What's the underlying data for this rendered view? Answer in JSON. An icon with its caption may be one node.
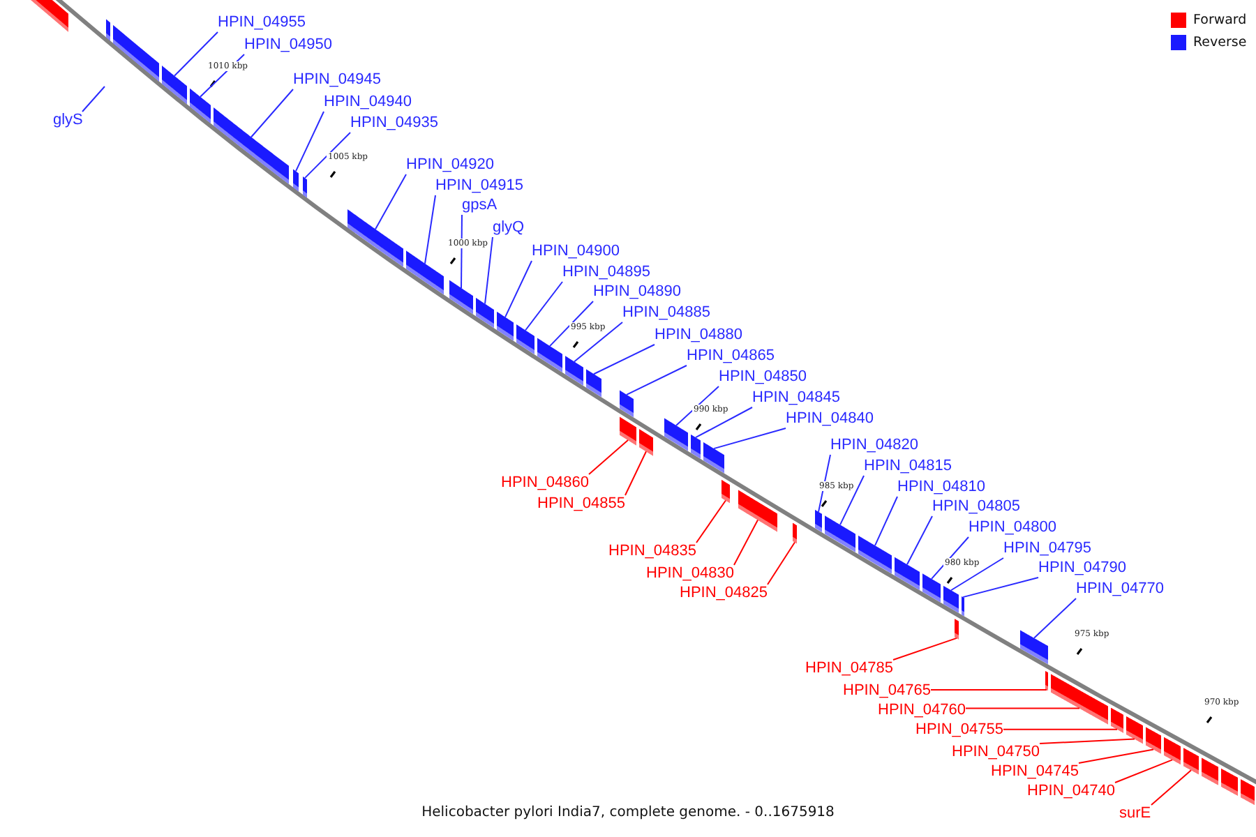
{
  "diagram": {
    "caption": "Helicobacter pylori India7, complete genome. - 0..1675918",
    "nodes": [
      {
        "text": [
          "HPIN_04955"
        ]
      },
      {
        "text": [
          "HPIN_04950"
        ]
      },
      {
        "text": [
          "HPIN_04945"
        ]
      },
      {
        "text": [
          "HPIN_04940"
        ]
      },
      {
        "text": [
          "glyS"
        ]
      },
      {
        "text": [
          "HPIN_04935"
        ]
      },
      {
        "text": [
          "HPIN_04920"
        ]
      },
      {
        "text": [
          "HPIN_04915"
        ]
      },
      {
        "text": [
          "gpsA"
        ]
      },
      {
        "text": [
          "glyQ"
        ]
      },
      {
        "text": [
          "HPIN_04900"
        ]
      },
      {
        "text": [
          "HPIN_04895"
        ]
      },
      {
        "text": [
          "HPIN_04890"
        ]
      },
      {
        "text": [
          "HPIN_04885"
        ]
      },
      {
        "text": [
          "HPIN_04880"
        ]
      },
      {
        "text": [
          "HPIN_04865"
        ]
      },
      {
        "text": [
          "HPIN_04850"
        ]
      },
      {
        "text": [
          "HPIN_04845"
        ]
      },
      {
        "text": [
          "HPIN_04840"
        ]
      },
      {
        "text": [
          "HPIN_04820"
        ]
      },
      {
        "text": [
          "HPIN_04815"
        ]
      },
      {
        "text": [
          "HPIN_04860"
        ]
      },
      {
        "text": [
          "HPIN_04810"
        ]
      },
      {
        "text": [
          "HPIN_04855"
        ]
      },
      {
        "text": [
          "HPIN_04805"
        ]
      },
      {
        "text": [
          "HPIN_04800"
        ]
      },
      {
        "text": [
          "HPIN_04795"
        ]
      },
      {
        "text": [
          "HPIN_04835"
        ]
      },
      {
        "text": [
          "HPIN_04790"
        ]
      },
      {
        "text": [
          "HPIN_04830"
        ]
      },
      {
        "text": [
          "HPIN_04770"
        ]
      },
      {
        "text": [
          "HPIN_04825"
        ]
      },
      {
        "text": [
          "HPIN_04785"
        ]
      },
      {
        "text": [
          "HPIN_04765"
        ]
      },
      {
        "text": [
          "HPIN_04760"
        ]
      },
      {
        "text": [
          "HPIN_04755"
        ]
      },
      {
        "text": [
          "HPIN_04750"
        ]
      },
      {
        "text": [
          "HPIN_04745"
        ]
      },
      {
        "text": [
          "HPIN_04740"
        ]
      },
      {
        "text": [
          "surE"
        ]
      },
      {
        "text": [],
        "shape": "bar"
      },
      {
        "text": [],
        "shape": "bar"
      },
      {
        "text": [],
        "shape": "bar"
      },
      {
        "text": [],
        "shape": "bar"
      },
      {
        "text": [],
        "shape": "bar"
      },
      {
        "text": [],
        "shape": "bar"
      },
      {
        "text": [],
        "shape": "bar"
      },
      {
        "text": [],
        "shape": "bar"
      },
      {
        "text": [],
        "shape": "bar"
      },
      {
        "text": [],
        "shape": "bar"
      },
      {
        "text": [],
        "shape": "bar"
      },
      {
        "text": [],
        "shape": "bar"
      },
      {
        "text": [],
        "shape": "bar"
      },
      {
        "text": [],
        "shape": "bar"
      },
      {
        "text": [],
        "shape": "bar"
      },
      {
        "text": [],
        "shape": "bar"
      },
      {
        "text": [],
        "shape": "bar"
      },
      {
        "text": [],
        "shape": "bar"
      },
      {
        "text": [],
        "shape": "bar"
      },
      {
        "text": [],
        "shape": "bar"
      },
      {
        "text": [],
        "shape": "bar"
      },
      {
        "text": [],
        "shape": "bar"
      },
      {
        "text": [],
        "shape": "bar"
      },
      {
        "text": [],
        "shape": "bar"
      },
      {
        "text": [],
        "shape": "bar"
      },
      {
        "text": [],
        "shape": "bar"
      },
      {
        "text": [],
        "shape": "bar"
      },
      {
        "text": [],
        "shape": "bar"
      },
      {
        "text": [],
        "shape": "bar"
      },
      {
        "text": [],
        "shape": "bar"
      },
      {
        "text": [],
        "shape": "bar"
      },
      {
        "text": [],
        "shape": "bar"
      },
      {
        "text": [],
        "shape": "bar"
      },
      {
        "text": [],
        "shape": "bar"
      },
      {
        "text": [],
        "shape": "bar"
      },
      {
        "text": [],
        "shape": "bar"
      },
      {
        "text": [],
        "shape": "bar"
      },
      {
        "text": [],
        "shape": "bar"
      },
      {
        "text": [],
        "shape": "bar"
      },
      {
        "text": [],
        "shape": "bar"
      },
      {
        "text": [],
        "shape": "bar"
      },
      {
        "text": [],
        "shape": "bar"
      },
      {
        "text": [],
        "shape": "bar"
      },
      {
        "text": [],
        "shape": "bar"
      },
      {
        "text": [],
        "shape": "bar"
      }
    ],
    "edges": [
      {
        "from": 0,
        "to": 43,
        "arrow": "none"
      },
      {
        "from": 1,
        "to": 44,
        "arrow": "none"
      },
      {
        "from": 2,
        "to": 45,
        "arrow": "none"
      },
      {
        "from": 3,
        "to": 46,
        "arrow": "none"
      },
      {
        "from": 4,
        "to": null,
        "arrow": "none"
      },
      {
        "from": 5,
        "to": 47,
        "arrow": "none"
      },
      {
        "from": 6,
        "to": 48,
        "arrow": "none"
      },
      {
        "from": 7,
        "to": 49,
        "arrow": "none"
      },
      {
        "from": 8,
        "to": 50,
        "arrow": "none"
      },
      {
        "from": 9,
        "to": 51,
        "arrow": "none"
      },
      {
        "from": 10,
        "to": 52,
        "arrow": "none"
      },
      {
        "from": 11,
        "to": 53,
        "arrow": "none"
      },
      {
        "from": 12,
        "to": 54,
        "arrow": "none"
      },
      {
        "from": 13,
        "to": 55,
        "arrow": "none"
      },
      {
        "from": 14,
        "to": 56,
        "arrow": "none"
      },
      {
        "from": 15,
        "to": 57,
        "arrow": "none"
      },
      {
        "from": 16,
        "to": 60,
        "arrow": "none"
      },
      {
        "from": 17,
        "to": 61,
        "arrow": "none"
      },
      {
        "from": 18,
        "to": 62,
        "arrow": "none"
      },
      {
        "from": 19,
        "to": 66,
        "arrow": "none"
      },
      {
        "from": 20,
        "to": 67,
        "arrow": "none"
      },
      {
        "from": 21,
        "to": 58,
        "arrow": "none",
        "color": "#ff0000"
      },
      {
        "from": 22,
        "to": 68,
        "arrow": "none"
      },
      {
        "from": 23,
        "to": 59,
        "arrow": "none",
        "color": "#ff0000"
      },
      {
        "from": 24,
        "to": 69,
        "arrow": "none"
      },
      {
        "from": 25,
        "to": 70,
        "arrow": "none"
      },
      {
        "from": 26,
        "to": 71,
        "arrow": "none"
      },
      {
        "from": 27,
        "to": 63,
        "arrow": "none",
        "color": "#ff0000"
      },
      {
        "from": 28,
        "to": 73,
        "arrow": "none"
      },
      {
        "from": 29,
        "to": 64,
        "arrow": "none",
        "color": "#ff0000"
      },
      {
        "from": 30,
        "to": 74,
        "arrow": "none"
      },
      {
        "from": 31,
        "to": 65,
        "arrow": "none",
        "color": "#ff0000"
      },
      {
        "from": 32,
        "to": 72,
        "arrow": "none",
        "color": "#ff0000"
      },
      {
        "from": 33,
        "to": 75,
        "arrow": "none",
        "color": "#ff0000"
      },
      {
        "from": 34,
        "to": 76,
        "arrow": "none",
        "color": "#ff0000"
      },
      {
        "from": 35,
        "to": 77,
        "arrow": "none",
        "color": "#ff0000"
      },
      {
        "from": 36,
        "to": 78,
        "arrow": "none",
        "color": "#ff0000"
      },
      {
        "from": 37,
        "to": 79,
        "arrow": "none",
        "color": "#ff0000"
      },
      {
        "from": 38,
        "to": 80,
        "arrow": "none",
        "color": "#ff0000"
      },
      {
        "from": 39,
        "to": 81,
        "arrow": "none",
        "color": "#ff0000"
      }
    ],
    "labels": [
      "1010 kbp",
      "1005 kbp",
      "1000 kbp",
      "995 kbp",
      "990 kbp",
      "985 kbp",
      "980 kbp",
      "975 kbp",
      "970 kbp"
    ],
    "legend": [
      {
        "text": "Forward",
        "color": "#ff0000"
      },
      {
        "text": "Reverse",
        "color": "#1a1aff"
      }
    ]
  }
}
